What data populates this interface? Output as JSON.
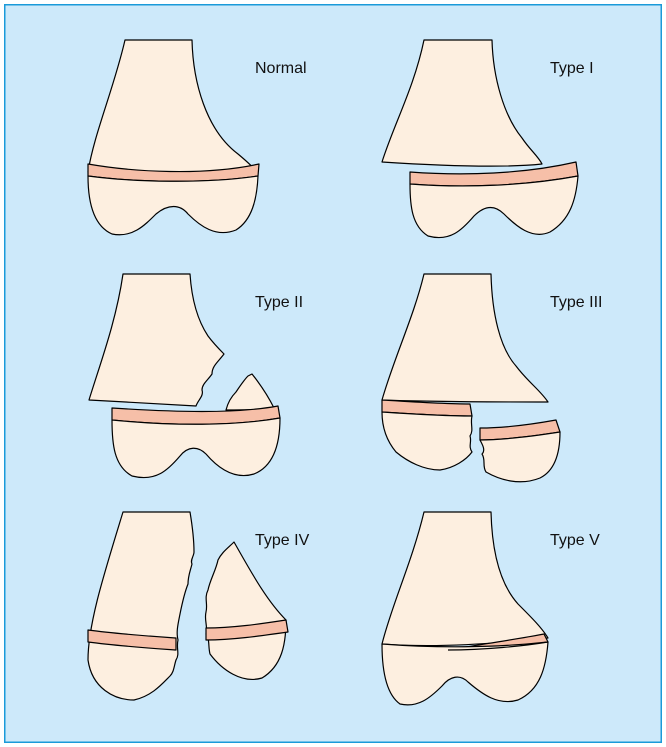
{
  "colors": {
    "background": "#cde9fa",
    "frame": "#1a9ad9",
    "bone": "#fdefe0",
    "growth_plate": "#f6bfa8",
    "outline": "#000000"
  },
  "panels": [
    {
      "label": "Normal"
    },
    {
      "label": "Type I"
    },
    {
      "label": "Type II"
    },
    {
      "label": "Type III"
    },
    {
      "label": "Type IV"
    },
    {
      "label": "Type V"
    }
  ]
}
